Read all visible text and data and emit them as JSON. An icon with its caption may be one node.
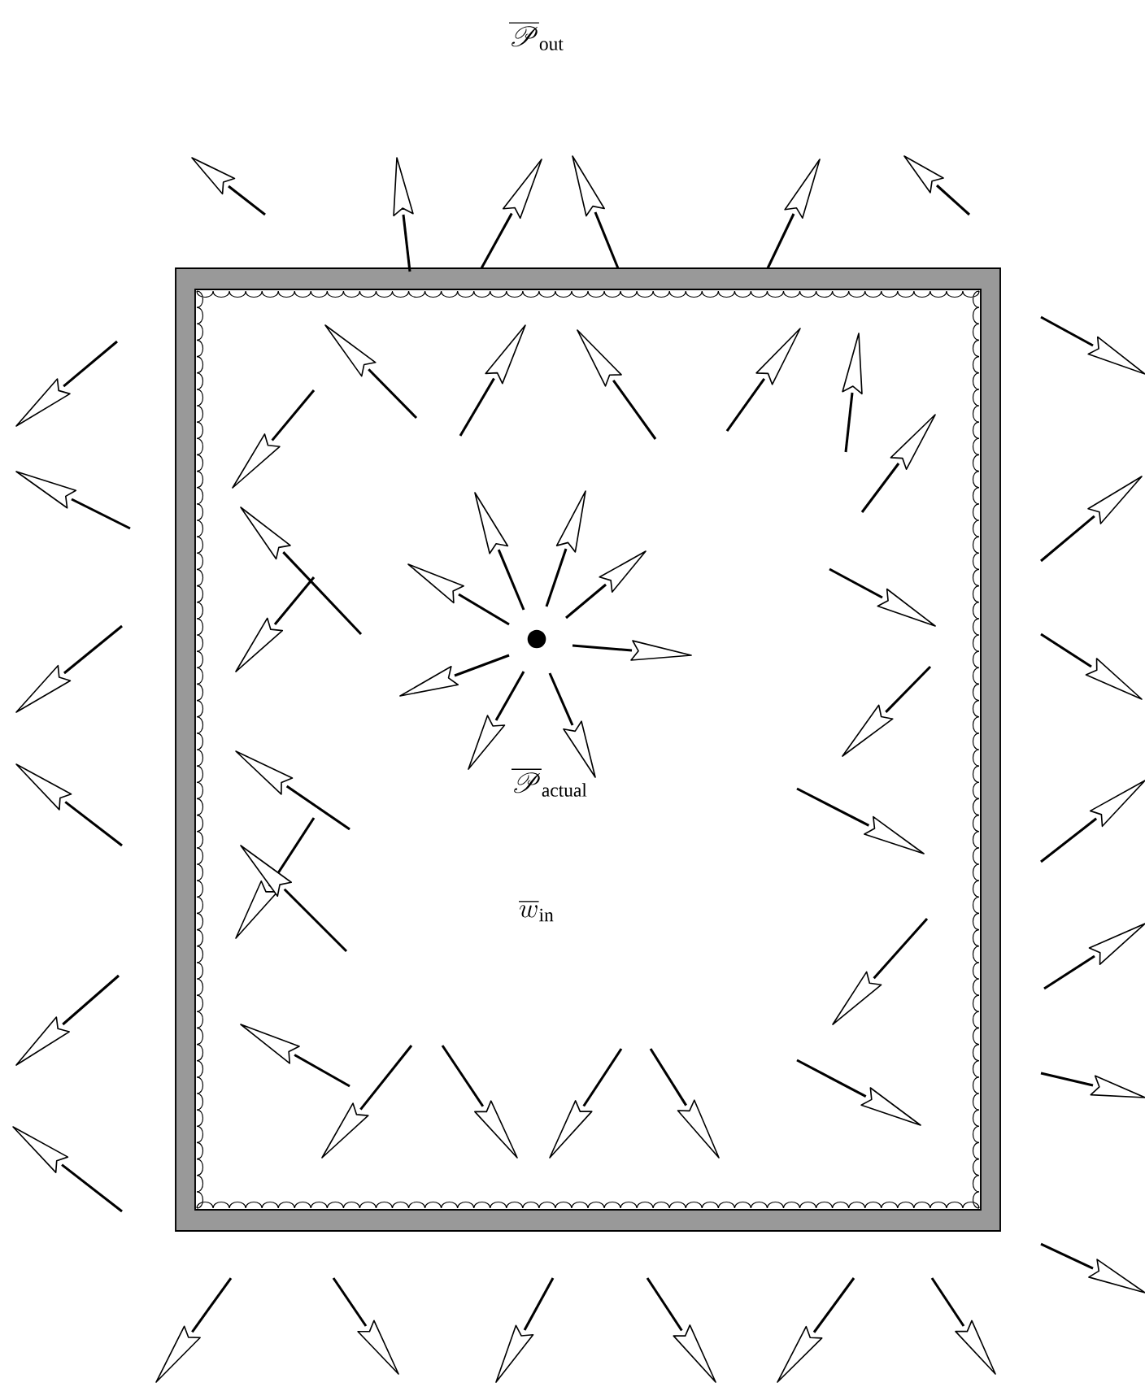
{
  "diagram": {
    "labels": [
      "\\overline{\\mathscr{P}}_{\\mathrm{out}}",
      "\\overline{\\mathscr{P}}_{\\mathrm{actual}}",
      "\\overline{w}_{\\mathrm{in}}"
    ]
  }
}
